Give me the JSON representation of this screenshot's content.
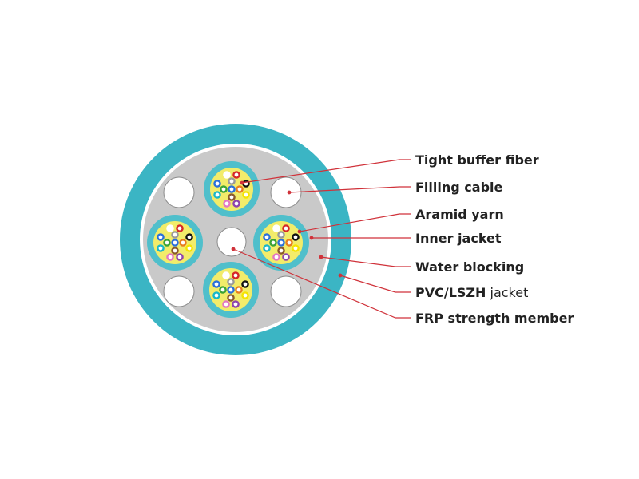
{
  "labels": {
    "tight_buffer_fiber": "Tight buffer fiber",
    "filling_cable": "Filling cable",
    "aramid_yarn": "Aramid yarn",
    "inner_jacket": "Inner jacket",
    "water_blocking": "Water blocking",
    "pvc_lszh_bold": "PVC/LSZH",
    "pvc_lszh_rest": " jacket",
    "frp_strength_member": "FRP strength member"
  },
  "colors": {
    "outer_jacket": "#3bb5c4",
    "inner_jacket": "#4fbfcb",
    "aramid_yarn": "#f2ec6a",
    "filler_bg": "#c9c9c9",
    "leader_line": "#d0323a",
    "fiber_colors": [
      "#2a6fdb",
      "#e87d1e",
      "#3aa335",
      "#8b5a2b",
      "#9a9a9a",
      "#ffffff",
      "#d62728",
      "#111111",
      "#f5e400",
      "#8e44ad",
      "#e377c2",
      "#18b7c9"
    ]
  }
}
